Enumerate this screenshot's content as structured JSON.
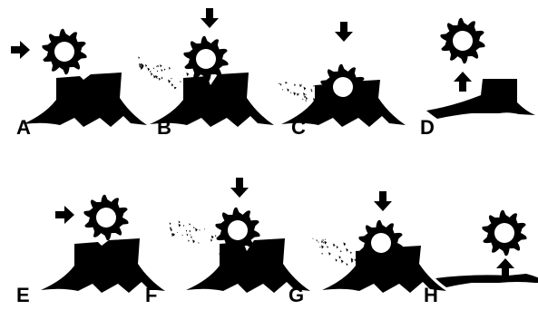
{
  "colors": {
    "ink": "#000000",
    "background": "#ffffff"
  },
  "icons": {
    "cutter": "cutter-wheel-icon",
    "stump": "tree-stump-icon",
    "arrow": "arrow-icon",
    "debris": "wood-chips-icon"
  },
  "panels": [
    {
      "label": "A",
      "arrow_direction": "right",
      "stump_state": "full",
      "chips": false
    },
    {
      "label": "B",
      "arrow_direction": "down",
      "stump_state": "cutting",
      "chips": true
    },
    {
      "label": "C",
      "arrow_direction": "down",
      "stump_state": "cut-deep",
      "chips": true
    },
    {
      "label": "D",
      "arrow_direction": "up",
      "stump_state": "ground-level",
      "chips": false
    },
    {
      "label": "E",
      "arrow_direction": "right",
      "stump_state": "full",
      "chips": false
    },
    {
      "label": "F",
      "arrow_direction": "down",
      "stump_state": "cutting",
      "chips": true
    },
    {
      "label": "G",
      "arrow_direction": "down",
      "stump_state": "cut-deep",
      "chips": true
    },
    {
      "label": "H",
      "arrow_direction": "up",
      "stump_state": "ground-level",
      "chips": false
    }
  ]
}
